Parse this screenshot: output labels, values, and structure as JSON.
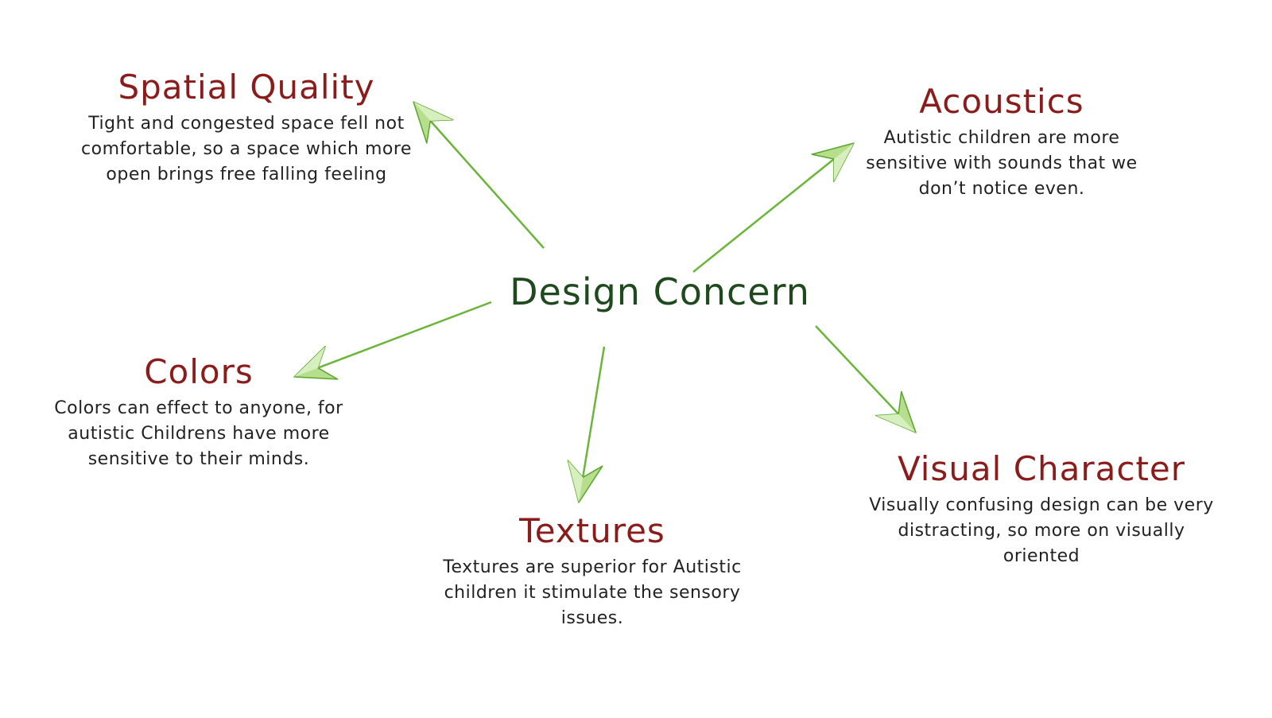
{
  "center": {
    "label": "Design Concern"
  },
  "nodes": {
    "spatial_quality": {
      "title": "Spatial Quality",
      "description": "Tight and congested space fell not comfortable, so a space which more open brings free falling feeling"
    },
    "acoustics": {
      "title": "Acoustics",
      "description": "Autistic children are more sensitive with sounds that we don’t notice even."
    },
    "colors": {
      "title": "Colors",
      "description": "Colors can effect to anyone, for autistic Childrens have more sensitive to their minds."
    },
    "textures": {
      "title": "Textures",
      "description": "Textures are superior for Autistic children it stimulate the sensory issues."
    },
    "visual_character": {
      "title": "Visual Character",
      "description": "Visually confusing design can be very distracting, so more on visually oriented"
    }
  },
  "colors": {
    "center_text": "#1e4a1e",
    "node_title": "#8b1c1c",
    "body_text": "#222222",
    "arrow_line": "#6ab53a",
    "arrow_head_fill": "#b6de8c",
    "arrow_head_stroke": "#5aa62c"
  }
}
